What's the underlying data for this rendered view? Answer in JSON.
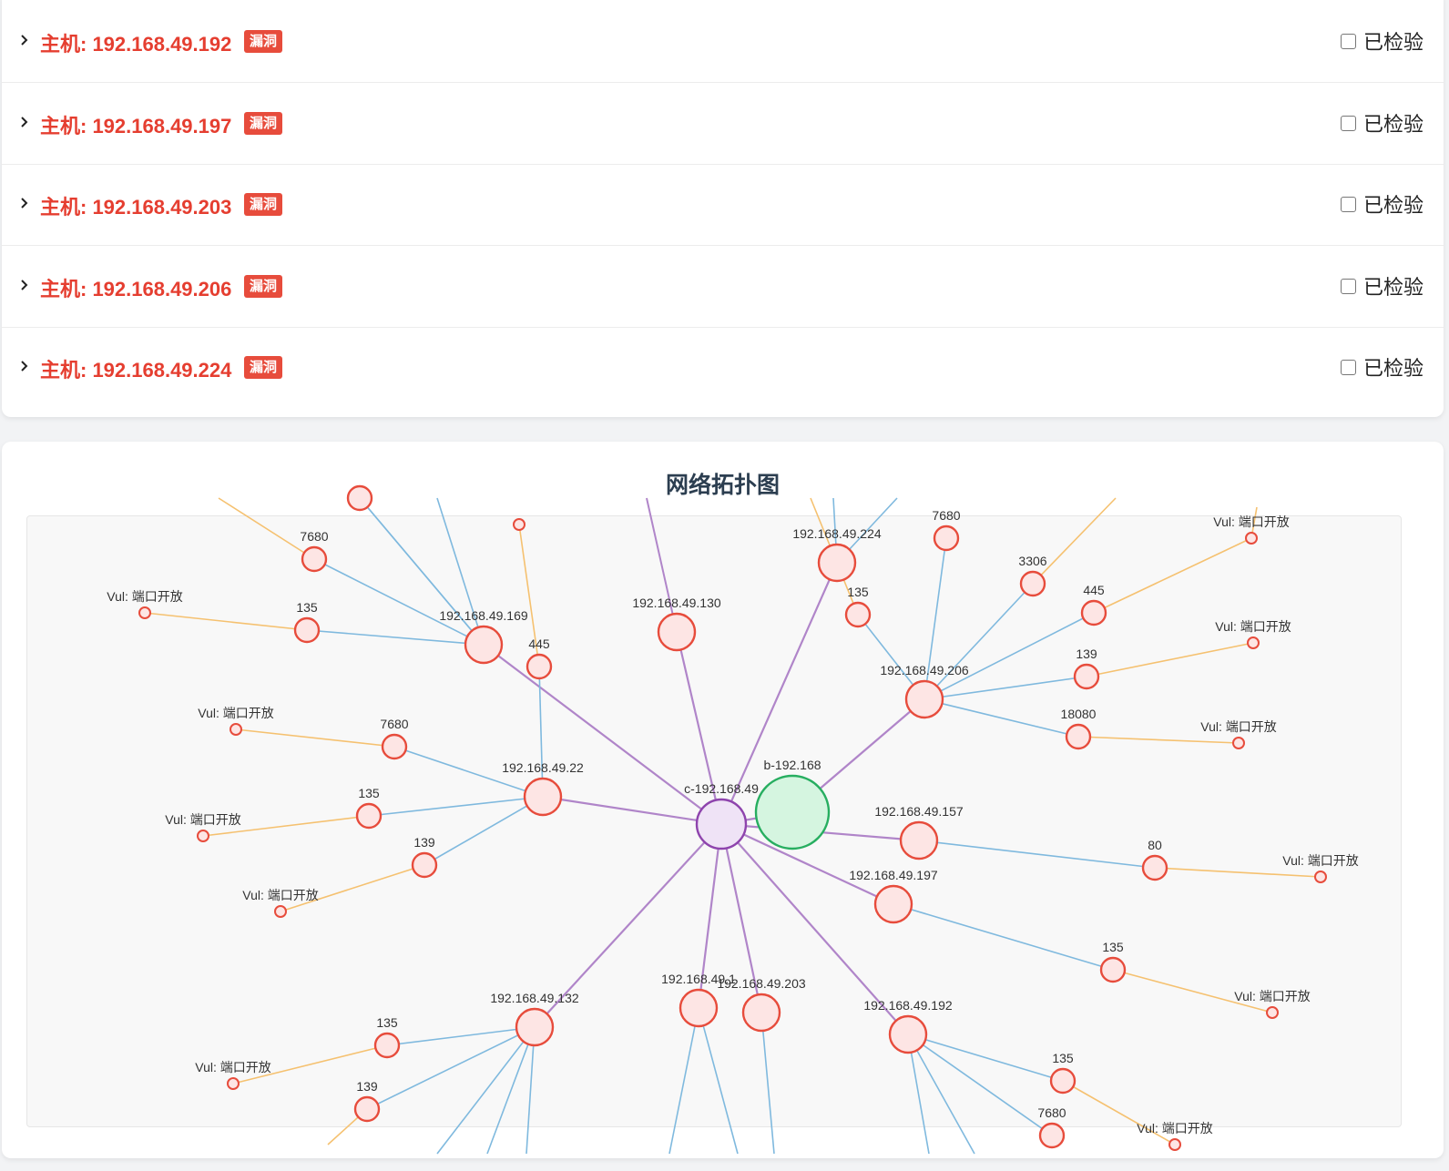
{
  "hosts": [
    {
      "label": "主机: 192.168.49.192",
      "badge": "漏洞",
      "check_label": "已检验"
    },
    {
      "label": "主机: 192.168.49.197",
      "badge": "漏洞",
      "check_label": "已检验"
    },
    {
      "label": "主机: 192.168.49.203",
      "badge": "漏洞",
      "check_label": "已检验"
    },
    {
      "label": "主机: 192.168.49.206",
      "badge": "漏洞",
      "check_label": "已检验"
    },
    {
      "label": "主机: 192.168.49.224",
      "badge": "漏洞",
      "check_label": "已检验"
    }
  ],
  "topology": {
    "title": "网络拓扑图",
    "colors": {
      "host_fill": "#fde5e4",
      "host_stroke": "#e74c3c",
      "center_fill": "#efe3f6",
      "center_stroke": "#8e44ad",
      "root_fill": "#d5f5e0",
      "root_stroke": "#27ae60",
      "edge_main": "#b085c9",
      "edge_port": "#7fb9de",
      "edge_vul": "#f5c170"
    },
    "nodes": [
      {
        "id": "c",
        "label": "c-192.168.49",
        "kind": "center"
      },
      {
        "id": "b",
        "label": "b-192.168",
        "kind": "root"
      },
      {
        "id": "h169",
        "label": "192.168.49.169",
        "kind": "host"
      },
      {
        "id": "h130",
        "label": "192.168.49.130",
        "kind": "host"
      },
      {
        "id": "h224",
        "label": "192.168.49.224",
        "kind": "host"
      },
      {
        "id": "h206",
        "label": "192.168.49.206",
        "kind": "host"
      },
      {
        "id": "h22",
        "label": "192.168.49.22",
        "kind": "host"
      },
      {
        "id": "h157",
        "label": "192.168.49.157",
        "kind": "host"
      },
      {
        "id": "h197",
        "label": "192.168.49.197",
        "kind": "host"
      },
      {
        "id": "h132",
        "label": "192.168.49.132",
        "kind": "host"
      },
      {
        "id": "h1",
        "label": "192.168.49.1",
        "kind": "host"
      },
      {
        "id": "h203",
        "label": "192.168.49.203",
        "kind": "host"
      },
      {
        "id": "h192",
        "label": "192.168.49.192",
        "kind": "host"
      },
      {
        "id": "p169_7680",
        "label": "7680",
        "kind": "port"
      },
      {
        "id": "p169_135",
        "label": "135",
        "kind": "port"
      },
      {
        "id": "p169_445",
        "label": "445",
        "kind": "port"
      },
      {
        "id": "v169_135",
        "label": "Vul: 端口开放",
        "kind": "vul"
      },
      {
        "id": "v169_top",
        "label": "",
        "kind": "vul"
      },
      {
        "id": "p224_135",
        "label": "135",
        "kind": "port"
      },
      {
        "id": "p206_7680",
        "label": "7680",
        "kind": "port"
      },
      {
        "id": "p206_3306",
        "label": "3306",
        "kind": "port"
      },
      {
        "id": "p206_445",
        "label": "445",
        "kind": "port"
      },
      {
        "id": "p206_139",
        "label": "139",
        "kind": "port"
      },
      {
        "id": "p206_18080",
        "label": "18080",
        "kind": "port"
      },
      {
        "id": "v206_445",
        "label": "Vul: 端口开放",
        "kind": "vul"
      },
      {
        "id": "v206_139",
        "label": "Vul: 端口开放",
        "kind": "vul"
      },
      {
        "id": "v206_18080",
        "label": "Vul: 端口开放",
        "kind": "vul"
      },
      {
        "id": "p22_7680",
        "label": "7680",
        "kind": "port"
      },
      {
        "id": "p22_135",
        "label": "135",
        "kind": "port"
      },
      {
        "id": "p22_139",
        "label": "139",
        "kind": "port"
      },
      {
        "id": "v22_7680",
        "label": "Vul: 端口开放",
        "kind": "vul"
      },
      {
        "id": "v22_135",
        "label": "Vul: 端口开放",
        "kind": "vul"
      },
      {
        "id": "v22_139",
        "label": "Vul: 端口开放",
        "kind": "vul"
      },
      {
        "id": "p157_80",
        "label": "80",
        "kind": "port"
      },
      {
        "id": "v157_80",
        "label": "Vul: 端口开放",
        "kind": "vul"
      },
      {
        "id": "p197_135",
        "label": "135",
        "kind": "port"
      },
      {
        "id": "v197_135",
        "label": "Vul: 端口开放",
        "kind": "vul"
      },
      {
        "id": "p132_135",
        "label": "135",
        "kind": "port"
      },
      {
        "id": "p132_139",
        "label": "139",
        "kind": "port"
      },
      {
        "id": "v132_135",
        "label": "Vul: 端口开放",
        "kind": "vul"
      },
      {
        "id": "p192_135",
        "label": "135",
        "kind": "port"
      },
      {
        "id": "p192_7680",
        "label": "7680",
        "kind": "port"
      },
      {
        "id": "v192_135",
        "label": "Vul: 端口开放",
        "kind": "vul"
      },
      {
        "id": "x169_a",
        "label": "",
        "kind": "port"
      }
    ],
    "edges": [
      [
        "c",
        "b",
        "main"
      ],
      [
        "c",
        "h169",
        "main"
      ],
      [
        "c",
        "h130",
        "main"
      ],
      [
        "c",
        "h224",
        "main"
      ],
      [
        "b",
        "h206",
        "main"
      ],
      [
        "c",
        "h22",
        "main"
      ],
      [
        "c",
        "h157",
        "main"
      ],
      [
        "c",
        "h197",
        "main"
      ],
      [
        "c",
        "h132",
        "main"
      ],
      [
        "c",
        "h1",
        "main"
      ],
      [
        "c",
        "h203",
        "main"
      ],
      [
        "c",
        "h192",
        "main"
      ],
      [
        "h169",
        "p169_7680",
        "port"
      ],
      [
        "h169",
        "p169_135",
        "port"
      ],
      [
        "h22",
        "p169_445",
        "port"
      ],
      [
        "h169",
        "x169_a",
        "port"
      ],
      [
        "p169_135",
        "v169_135",
        "vul"
      ],
      [
        "p169_445",
        "v169_top",
        "vul"
      ],
      [
        "h206",
        "p224_135",
        "port"
      ],
      [
        "h206",
        "p206_7680",
        "port"
      ],
      [
        "h206",
        "p206_3306",
        "port"
      ],
      [
        "h206",
        "p206_445",
        "port"
      ],
      [
        "h206",
        "p206_139",
        "port"
      ],
      [
        "h206",
        "p206_18080",
        "port"
      ],
      [
        "p206_445",
        "v206_445",
        "vul"
      ],
      [
        "p206_139",
        "v206_139",
        "vul"
      ],
      [
        "p206_18080",
        "v206_18080",
        "vul"
      ],
      [
        "h22",
        "p22_7680",
        "port"
      ],
      [
        "h22",
        "p22_135",
        "port"
      ],
      [
        "h22",
        "p22_139",
        "port"
      ],
      [
        "p22_7680",
        "v22_7680",
        "vul"
      ],
      [
        "p22_135",
        "v22_135",
        "vul"
      ],
      [
        "p22_139",
        "v22_139",
        "vul"
      ],
      [
        "h157",
        "p157_80",
        "port"
      ],
      [
        "p157_80",
        "v157_80",
        "vul"
      ],
      [
        "h197",
        "p197_135",
        "port"
      ],
      [
        "p197_135",
        "v197_135",
        "vul"
      ],
      [
        "h132",
        "p132_135",
        "port"
      ],
      [
        "h132",
        "p132_139",
        "port"
      ],
      [
        "p132_135",
        "v132_135",
        "vul"
      ],
      [
        "h192",
        "p192_135",
        "port"
      ],
      [
        "h192",
        "p192_7680",
        "port"
      ],
      [
        "p192_135",
        "v192_135",
        "vul"
      ]
    ]
  }
}
